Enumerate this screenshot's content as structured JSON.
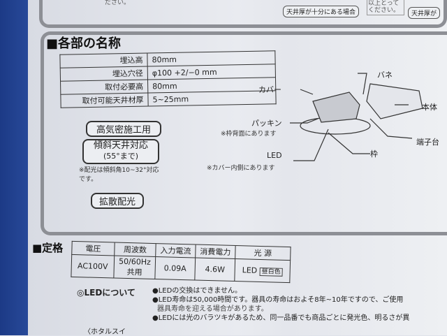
{
  "top_fragments": {
    "left_text": "ださい。",
    "tag_left": "天井厚が十分にある場合",
    "note_mid": "以上とってください。",
    "tag_right": "天井厚が"
  },
  "parts_section": {
    "title": "■各部の名称",
    "rows": [
      {
        "label": "埋込高",
        "value": "80mm"
      },
      {
        "label": "埋込穴径",
        "value": "φ100 +2/−0 mm"
      },
      {
        "label": "取付必要高",
        "value": "80mm"
      },
      {
        "label": "取付可能天井材厚",
        "value": "5~25mm"
      }
    ],
    "badges": [
      "高気密施工用",
      "傾斜天井対応",
      "(55°まで)",
      "拡散配光"
    ],
    "badge_note": "※配光は傾斜角10~32°対応です。",
    "diagram_labels": {
      "cover": "カバー",
      "spring": "バネ",
      "body": "本体",
      "packing": "パッキン",
      "packing_note": "※枠背面にあります",
      "terminal": "端子台",
      "led": "LED",
      "led_note": "※カバー内側にあります",
      "frame": "枠"
    }
  },
  "rating_section": {
    "title": "■定格",
    "headers": [
      "電圧",
      "周波数",
      "入力電流",
      "消費電力",
      "光 源"
    ],
    "values": [
      "AC100V",
      "50/60Hz 共用",
      "0.09A",
      "4.6W",
      "LED"
    ],
    "light_color": "昼白色"
  },
  "led_notes": {
    "title": "◎LEDについて",
    "bullets": [
      "●LEDの交換はできません。",
      "●LED寿命は50,000時間です。器具の寿命はおよそ8年~10年ですので、ご使用",
      "器具寿命を迎える場合があります。",
      "●LEDには光のバラツキがあるため、同一品番でも商品ごとに発光色、明るさが異"
    ],
    "footer": "〈ホタルスイ"
  }
}
